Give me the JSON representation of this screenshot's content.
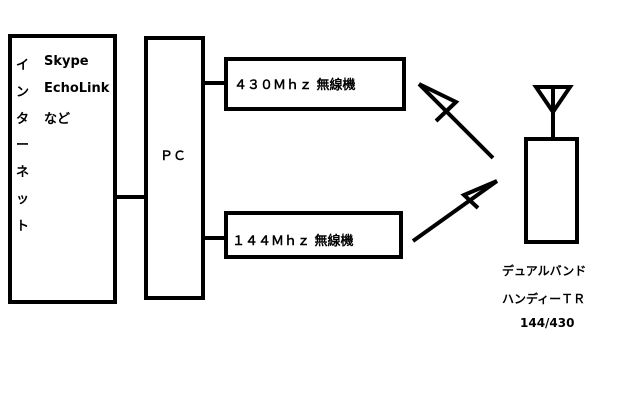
{
  "internet": {
    "vertical_label": [
      "イ",
      "ン",
      "タ",
      "ー",
      "ネ",
      "ッ",
      "ト"
    ],
    "services": [
      "Skype",
      "EchoLink",
      "など"
    ]
  },
  "pc": {
    "label": "ＰＣ"
  },
  "radio_430": {
    "label": "４３０Ｍｈｚ 無線機"
  },
  "radio_144": {
    "label": "１４４Ｍｈｚ 無線機"
  },
  "handy": {
    "line1": "デュアルバンド",
    "line2": "ハンディーＴＲ",
    "line3": "144/430"
  }
}
